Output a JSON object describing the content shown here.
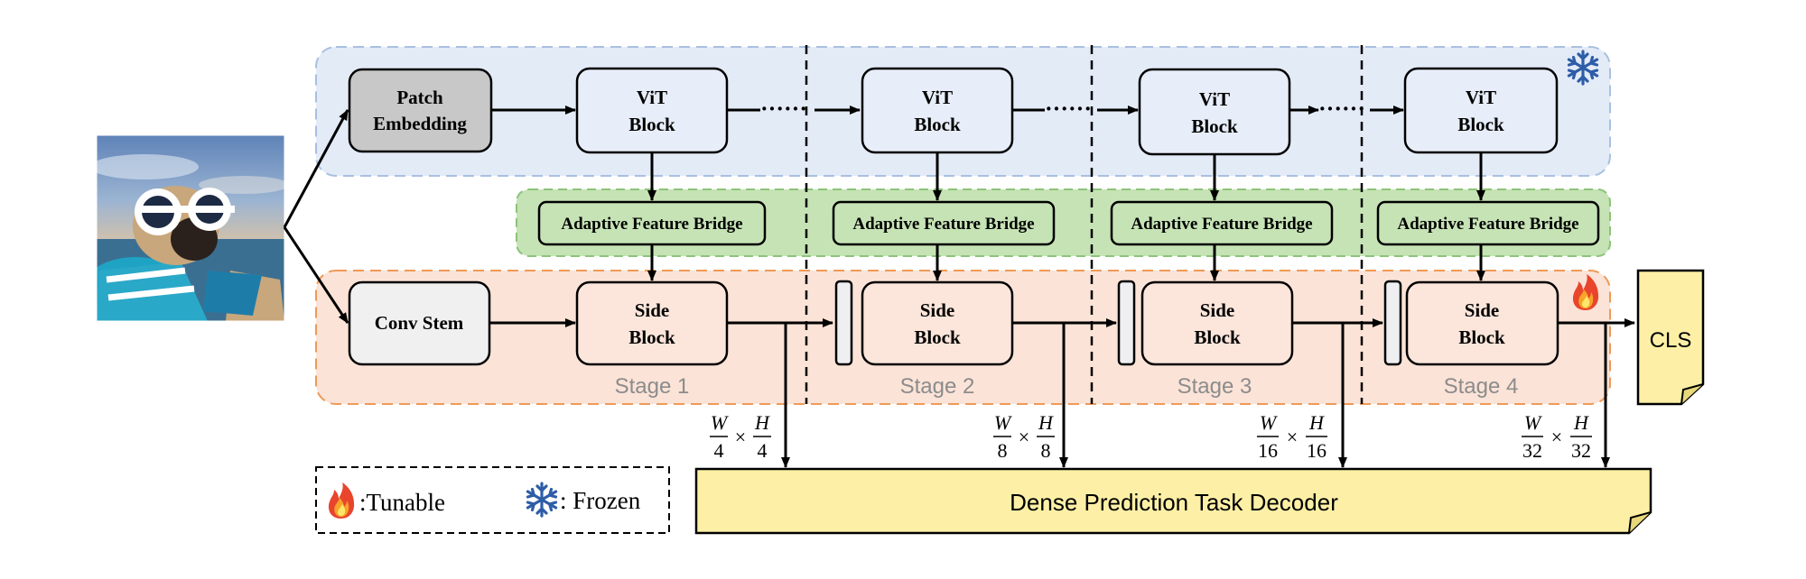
{
  "nodes": {
    "patch_embedding": [
      "Patch",
      "Embedding"
    ],
    "vit_block": [
      "ViT",
      "Block"
    ],
    "conv_stem": "Conv Stem",
    "side_block": [
      "Side",
      "Block"
    ],
    "adaptive_feature_bridge": "Adaptive Feature Bridge",
    "cls": "CLS",
    "decoder": "Dense Prediction Task Decoder"
  },
  "stages": [
    "Stage 1",
    "Stage 2",
    "Stage 3",
    "Stage 4"
  ],
  "ellipsis": "······",
  "resolutions": [
    {
      "w": "W",
      "h": "H",
      "den": "4"
    },
    {
      "w": "W",
      "h": "H",
      "den": "8"
    },
    {
      "w": "W",
      "h": "H",
      "den": "16"
    },
    {
      "w": "W",
      "h": "H",
      "den": "32"
    }
  ],
  "times": "×",
  "legend": {
    "tunable": ":Tunable",
    "frozen": ": Frozen"
  },
  "icons": {
    "frozen": "snowflake-icon",
    "tunable": "flame-icon",
    "input": "pug-photo"
  },
  "colors": {
    "frozen_region": "#e3ebf7",
    "frozen_border": "#a9c0e0",
    "bridge_region": "#c6e3b5",
    "bridge_border": "#8cc47a",
    "tunable_region": "#fbe3d7",
    "tunable_border": "#ee9a57",
    "vit_fill": "#e8eef9",
    "side_fill": "#fce6db",
    "patch_fill": "#c8c8c8",
    "note_fill": "#fdf0a6",
    "snowflake": "#2e5da8"
  }
}
